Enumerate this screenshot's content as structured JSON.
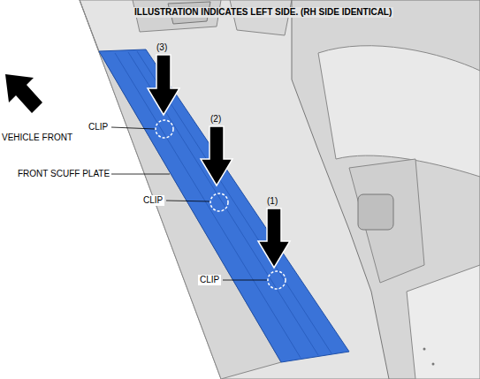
{
  "diagram": {
    "title": "ILLUSTRATION INDICATES LEFT SIDE. (RH SIDE IDENTICAL)",
    "labels": [
      "VEHICLE FRONT",
      "FRONT SCUFF PLATE",
      "CLIP",
      "CLIP",
      "CLIP",
      "(3)",
      "(2)",
      "(1)"
    ]
  }
}
